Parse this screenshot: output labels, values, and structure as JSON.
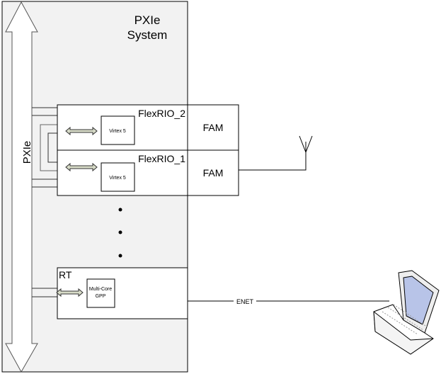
{
  "system_title_line1": "PXIe",
  "system_title_line2": "System",
  "bus_label": "PXIe",
  "modules": [
    {
      "name": "FlexRIO_2",
      "chip": "Virtex 5",
      "adapter": "FAM"
    },
    {
      "name": "FlexRIO_1",
      "chip": "Virtex 5",
      "adapter": "FAM"
    }
  ],
  "controller": {
    "name": "RT",
    "chip_line1": "Multi-Core",
    "chip_line2": "GPP"
  },
  "link_label": "ENET",
  "colors": {
    "chassis": "#f2f2f2",
    "arrow_fill": "#d8dcc8",
    "laptop_screen": "#b8c4e8"
  }
}
